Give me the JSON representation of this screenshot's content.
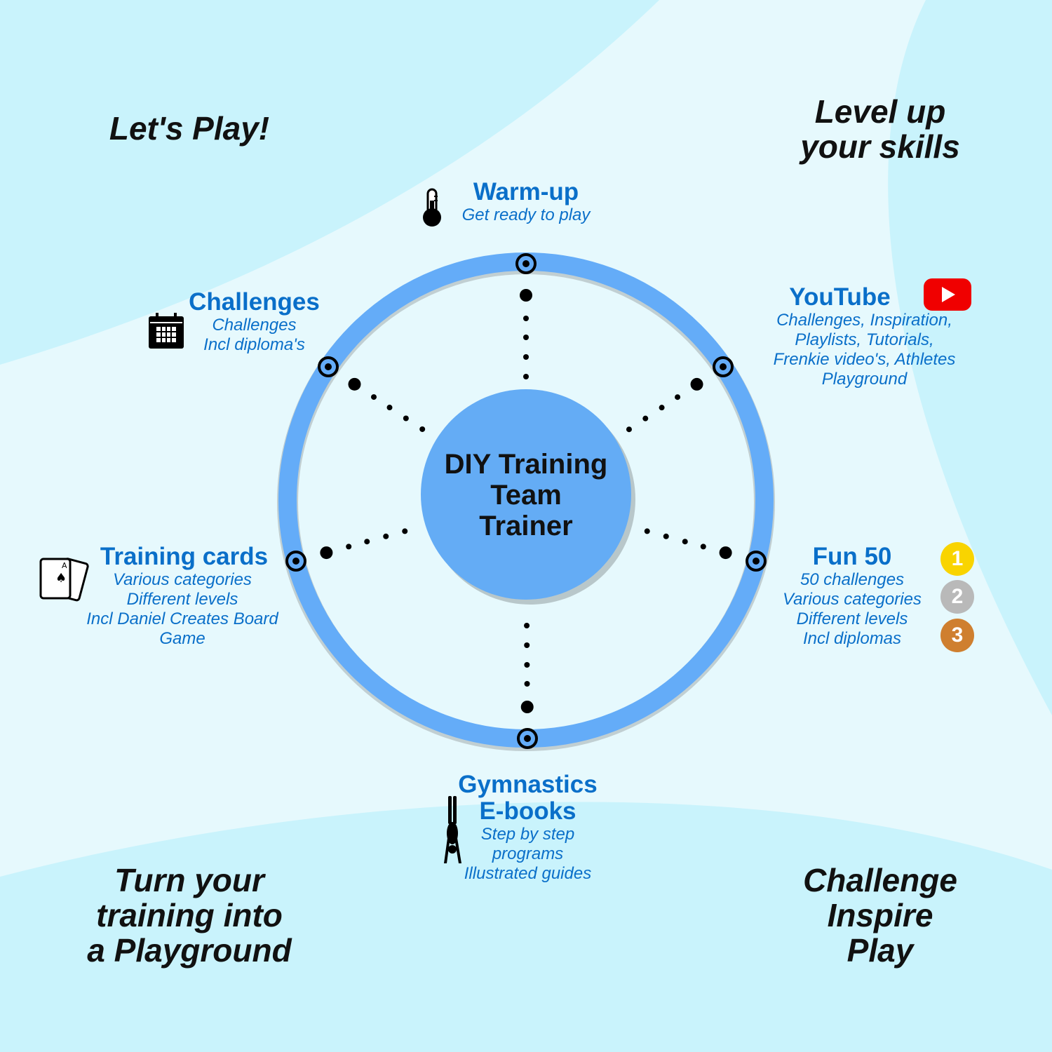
{
  "corners": {
    "top_left": "Let's Play!",
    "top_right": [
      "Level up",
      "your skills"
    ],
    "bottom_left": [
      "Turn your",
      "training into",
      "a Playground"
    ],
    "bottom_right": [
      "Challenge",
      "Inspire",
      "Play"
    ]
  },
  "center": [
    "DIY Training",
    "Team",
    "Trainer"
  ],
  "nodes": {
    "warmup": {
      "title": "Warm-up",
      "lines": [
        "Get ready to play"
      ]
    },
    "challenges": {
      "title": "Challenges",
      "lines": [
        "Challenges",
        "Incl diploma's"
      ]
    },
    "youtube": {
      "title": "YouTube",
      "lines": [
        "Challenges, Inspiration,",
        "Playlists, Tutorials,",
        "Frenkie video's, Athletes",
        "Playground"
      ]
    },
    "training_cards": {
      "title": "Training cards",
      "lines": [
        "Various categories",
        "Different levels",
        "Incl Daniel Creates Board",
        "Game"
      ]
    },
    "fun50": {
      "title": "Fun 50",
      "lines": [
        "50 challenges",
        "Various categories",
        "Different levels",
        "Incl diplomas"
      ]
    },
    "gymnastics": {
      "title": [
        "Gymnastics",
        "E-books"
      ],
      "lines": [
        "Step by step",
        "programs",
        "Illustrated guides"
      ]
    }
  },
  "medals": [
    {
      "label": "1",
      "color": "#f9d400"
    },
    {
      "label": "2",
      "color": "#b9b9b9"
    },
    {
      "label": "3",
      "color": "#cf7f2f"
    }
  ],
  "colors": {
    "ring": "#64acf8",
    "text_blue": "#0a6fc9",
    "youtube_red": "#f00000"
  },
  "icons": [
    "thermometer-icon",
    "calendar-icon",
    "youtube-icon",
    "playing-cards-icon",
    "handstand-gymnast-icon"
  ]
}
